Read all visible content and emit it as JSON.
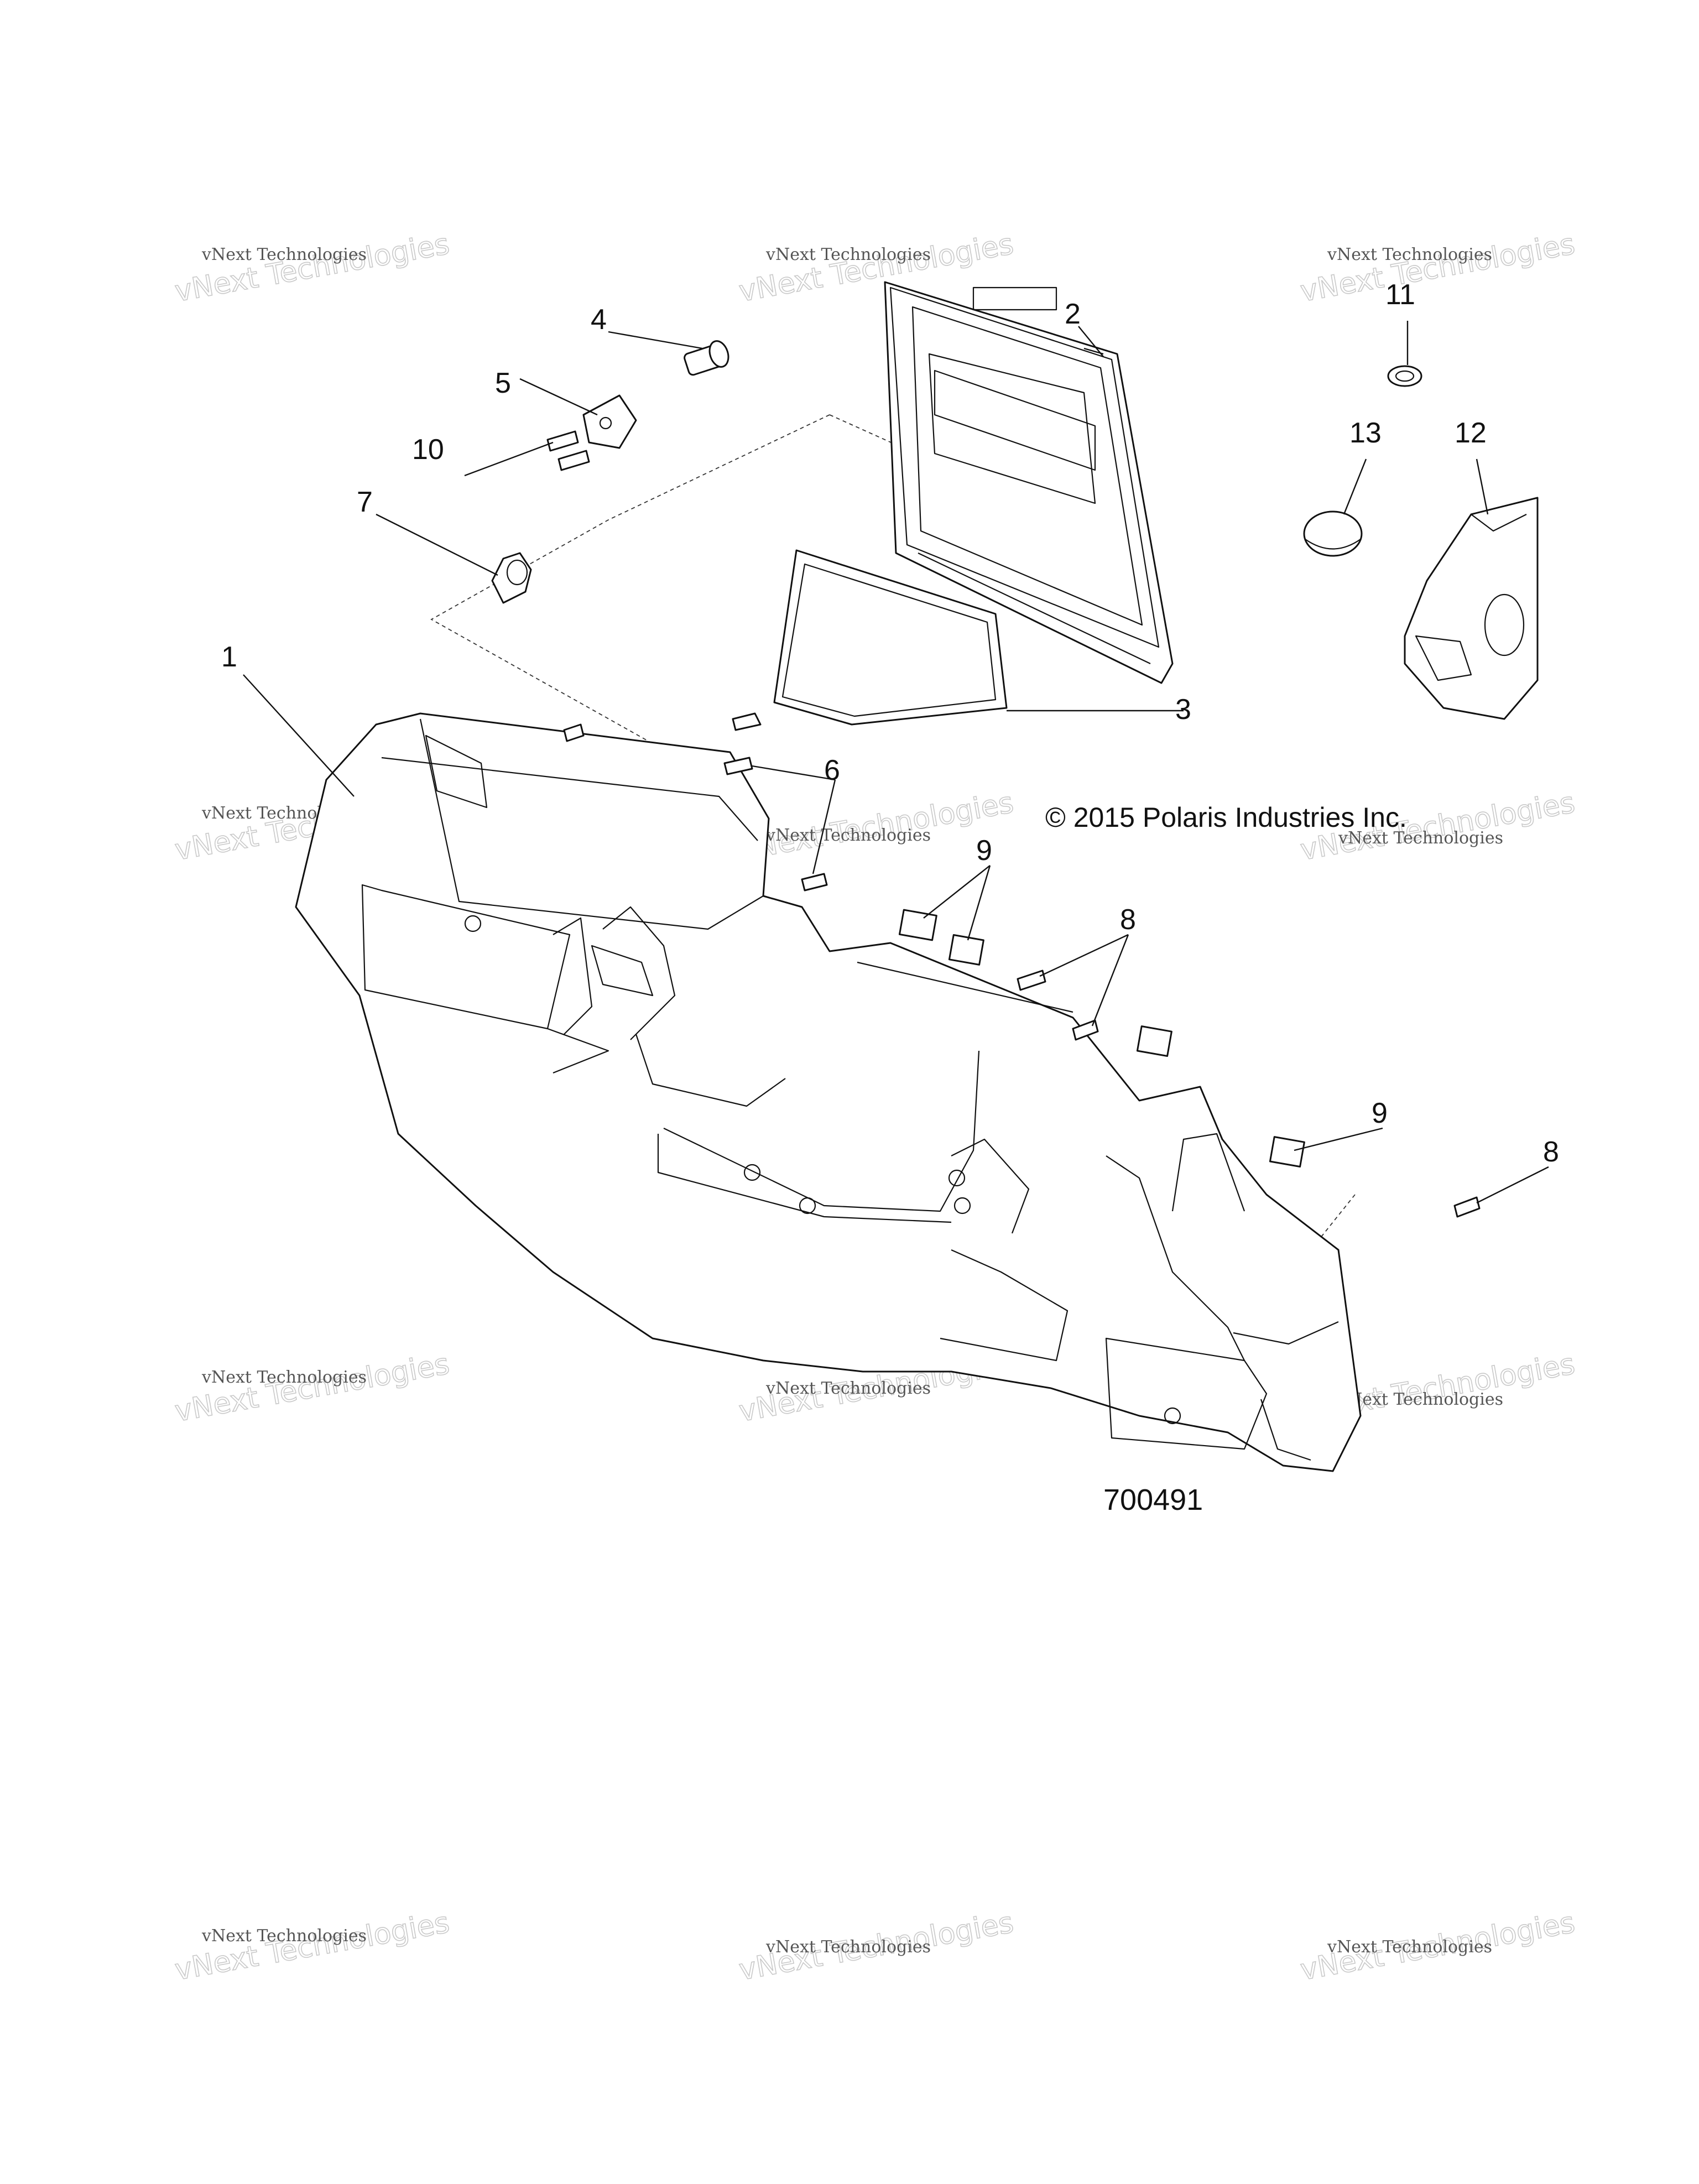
{
  "copyright": "© 2015 Polaris Industries Inc.",
  "figure_number": "700491",
  "watermark": {
    "line1": "vNext Technologies",
    "line2": "vNext Technologies"
  },
  "callouts": {
    "c1": "1",
    "c2": "2",
    "c3": "3",
    "c4": "4",
    "c5": "5",
    "c6": "6",
    "c7": "7",
    "c8a": "8",
    "c8b": "8",
    "c9a": "9",
    "c9b": "9",
    "c10": "10",
    "c11": "11",
    "c12": "12",
    "c13": "13"
  },
  "icons": [
    "dashboard-panel",
    "glove-box-door",
    "door-seal",
    "hinge-pin",
    "latch-plate",
    "screw",
    "bumper",
    "push-rivet",
    "clip",
    "grommet",
    "cup-holder",
    "plug"
  ]
}
